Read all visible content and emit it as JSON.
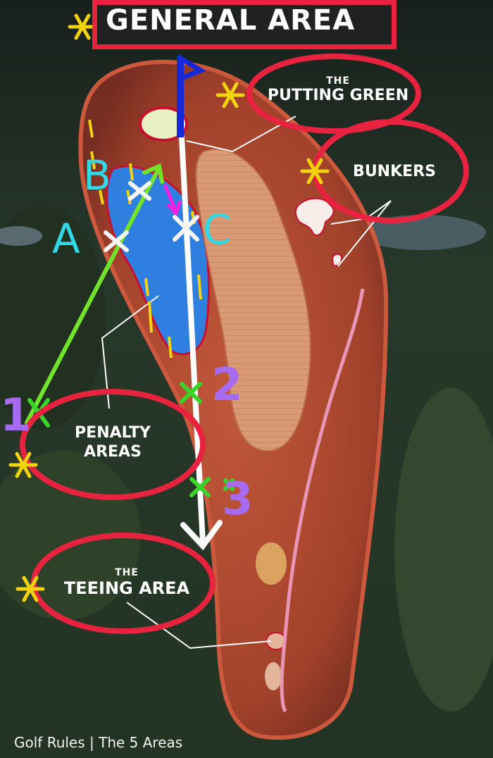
{
  "title": "GENERAL AREA",
  "caption": "Golf Rules | The 5 Areas",
  "areas": {
    "putting_green": {
      "prefix": "THE",
      "label": "PUTTING GREEN"
    },
    "bunkers": {
      "label": "BUNKERS"
    },
    "penalty_areas": {
      "line1": "PENALTY",
      "line2": "AREAS"
    },
    "teeing_area": {
      "prefix": "THE",
      "label": "TEEING AREA"
    }
  },
  "points": {
    "a": "A",
    "b": "B",
    "c": "C"
  },
  "numbers": {
    "n1": "1",
    "n2": "2",
    "n3": "3"
  },
  "colors": {
    "highlight_ring": "#e8233f",
    "asterisk": "#f2d30f",
    "fairway": "#d67a55",
    "water": "#2f7fe0",
    "green_arrow": "#72e22b",
    "letters": "#33d8e6",
    "numbers": "#a66bf0",
    "flag": "#1628d8",
    "path": "#e995b6"
  }
}
